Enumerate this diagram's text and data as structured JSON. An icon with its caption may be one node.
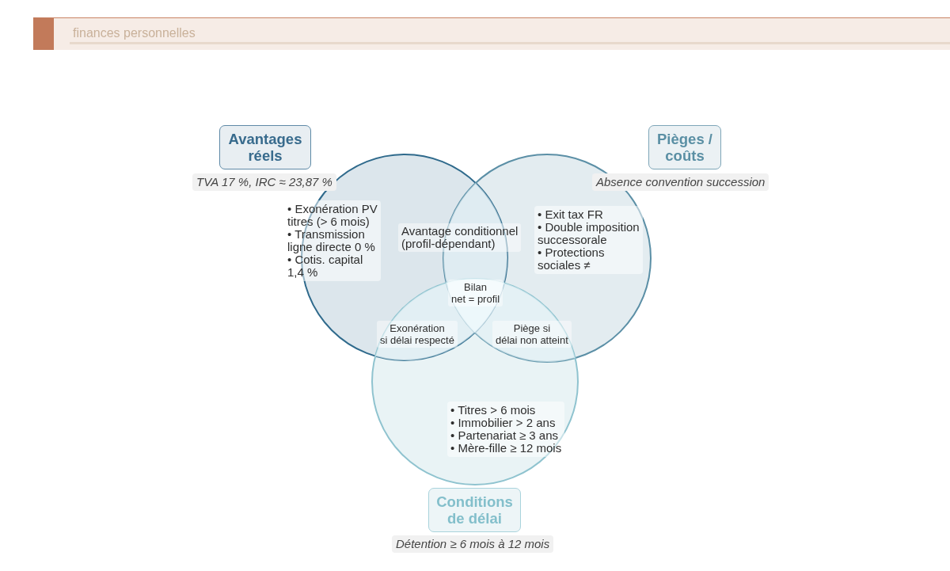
{
  "diagram": {
    "nodes": [
      {
        "text": [
          "Avantages réels",
          "• Exonération PV titres (> 6 mois)",
          "• Transmission ligne directe 0 %",
          "• Cotis. capital 1,4 %"
        ],
        "beside": [
          "TVA 17 %, IRC ≈ 23,87 %"
        ]
      },
      {
        "text": [
          "Pièges / coûts",
          "• Exit tax FR",
          "• Double imposition successorale",
          "• Protections sociales ≠"
        ],
        "beside": [
          "Absence convention succession"
        ]
      },
      {
        "text": [
          "Conditions de délai",
          "• Titres > 6 mois",
          "• Immobilier > 2 ans",
          "• Partenariat ≥ 3 ans",
          "• Mère-fille ≥ 12 mois"
        ],
        "beside": [
          "Détention ≥ 6 mois à 12 mois"
        ]
      }
    ],
    "labels": [
      "finances personnelles",
      "Avantage conditionnel (profil-dépendant)",
      "Bilan net = profil",
      "Exonération si délai respecté",
      "Piège si délai non atteint"
    ]
  }
}
